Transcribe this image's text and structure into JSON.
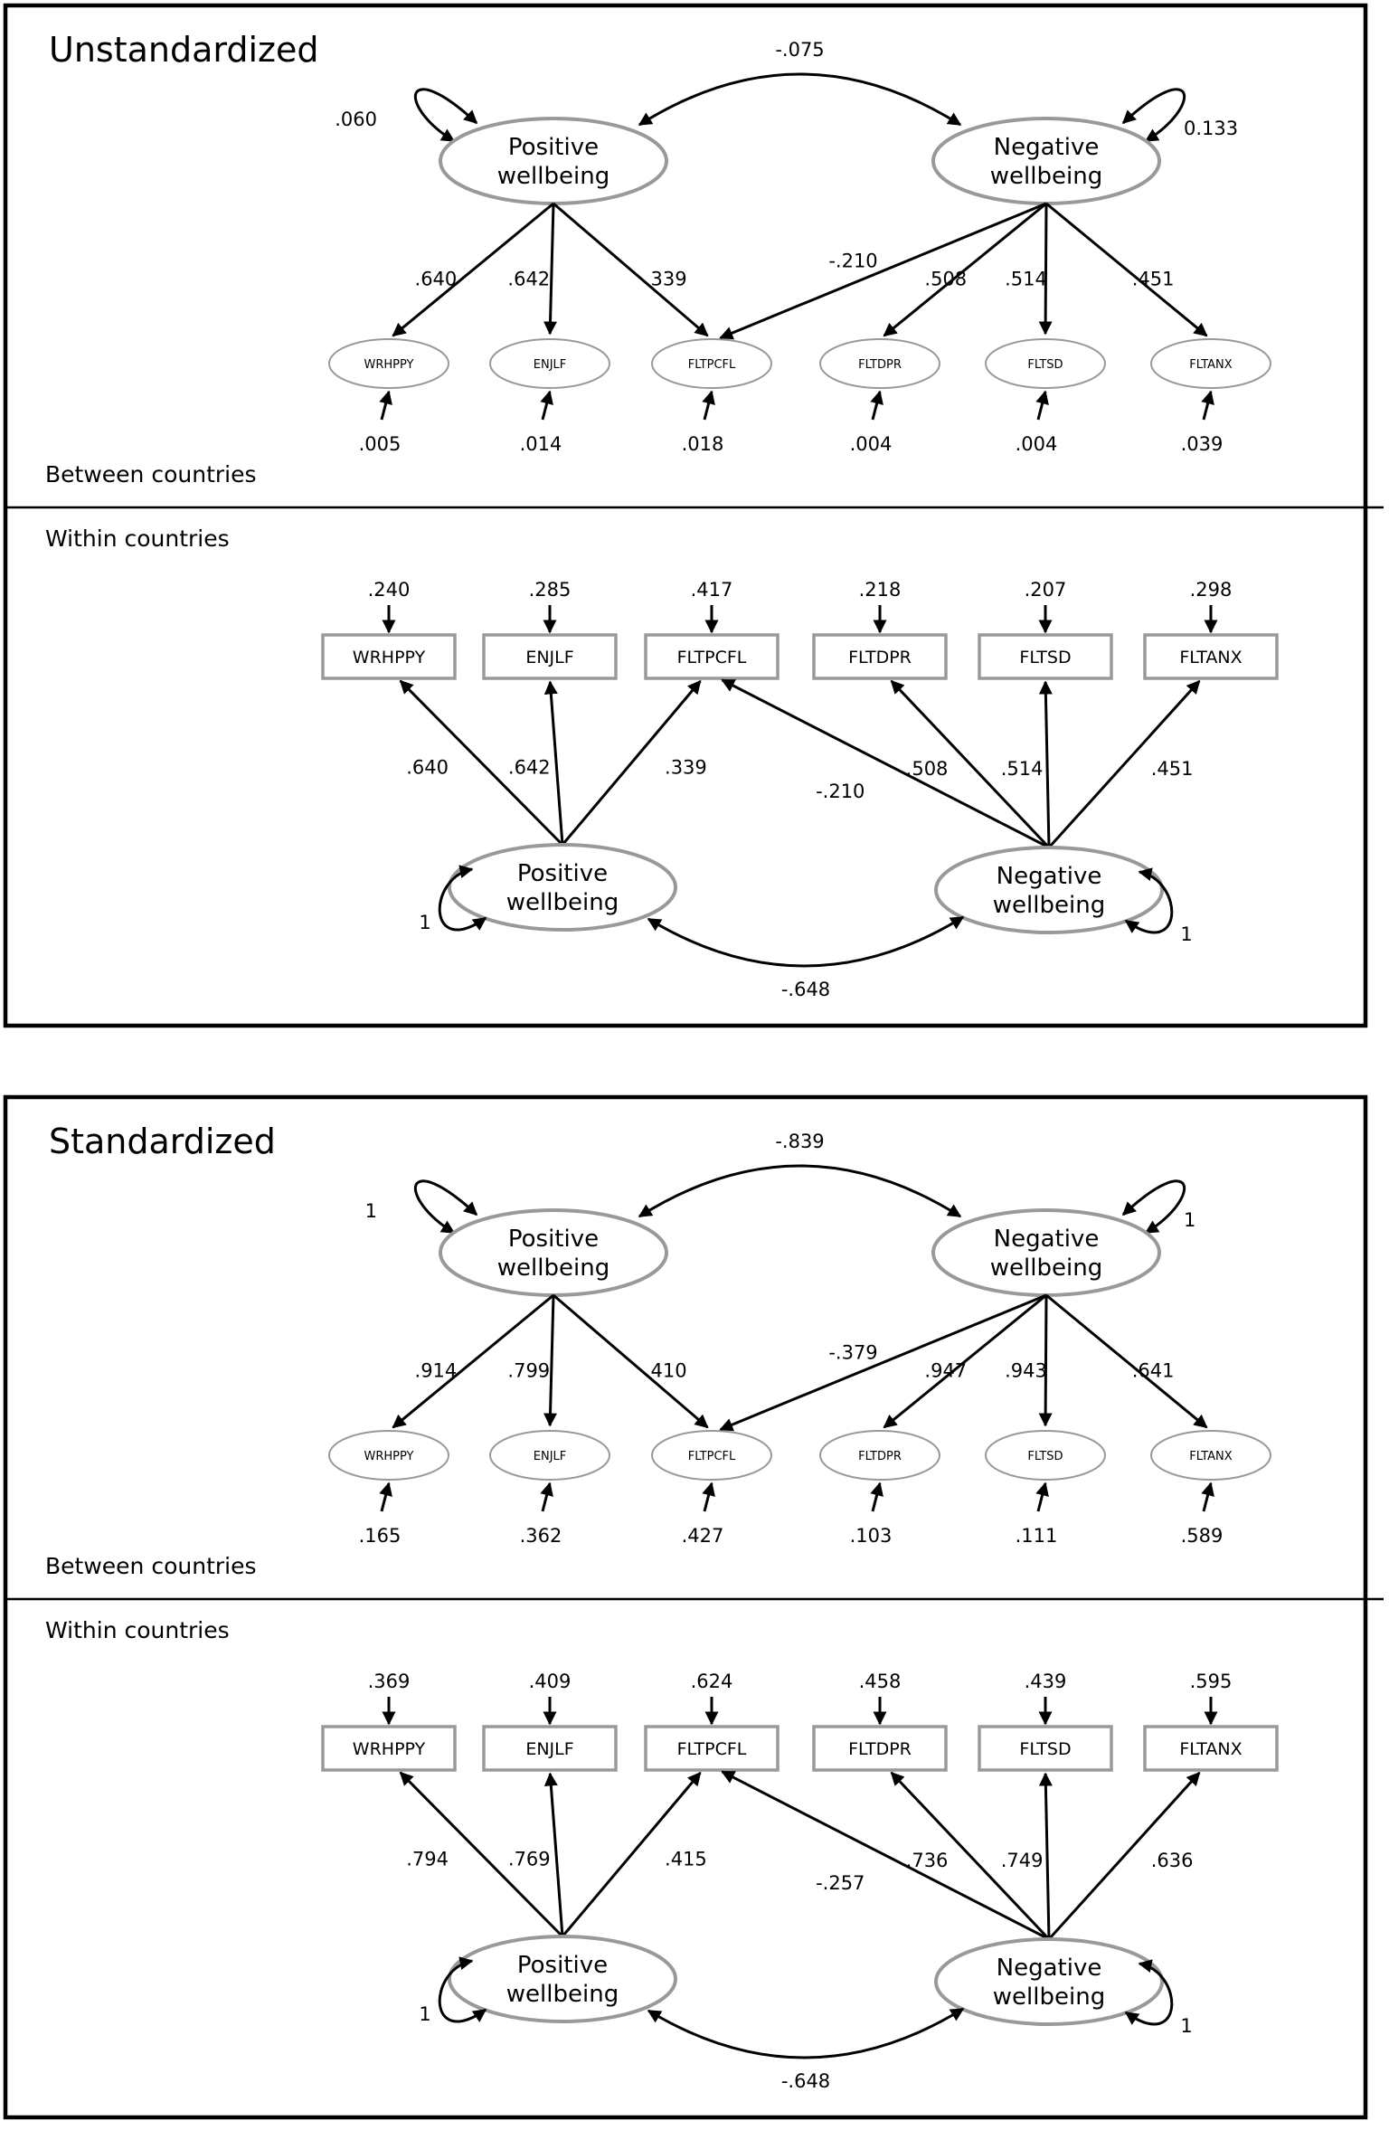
{
  "panels": [
    {
      "title": "Unstandardized",
      "between_label": "Between countries",
      "within_label": "Within countries",
      "between": {
        "latents": [
          "Positive wellbeing",
          "Negative wellbeing"
        ],
        "latent_variance": [
          ".060",
          "0.133"
        ],
        "latent_covariance": "-.075",
        "indicators": [
          "WRHPPY",
          "ENJLF",
          "FLTPCFL",
          "FLTDPR",
          "FLTSD",
          "FLTANX"
        ],
        "loadings": [
          ".640",
          ".642",
          ".339",
          ".508",
          ".514",
          ".451"
        ],
        "cross_loading": "-.210",
        "residuals": [
          ".005",
          ".014",
          ".018",
          ".004",
          ".004",
          ".039"
        ]
      },
      "within": {
        "latents": [
          "Positive wellbeing",
          "Negative wellbeing"
        ],
        "latent_variance": [
          "1",
          "1"
        ],
        "latent_covariance": "-.648",
        "indicators": [
          "WRHPPY",
          "ENJLF",
          "FLTPCFL",
          "FLTDPR",
          "FLTSD",
          "FLTANX"
        ],
        "loadings": [
          ".640",
          ".642",
          ".339",
          ".508",
          ".514",
          ".451"
        ],
        "cross_loading": "-.210",
        "residuals": [
          ".240",
          ".285",
          ".417",
          ".218",
          ".207",
          ".298"
        ]
      }
    },
    {
      "title": "Standardized",
      "between_label": "Between countries",
      "within_label": "Within countries",
      "between": {
        "latents": [
          "Positive wellbeing",
          "Negative wellbeing"
        ],
        "latent_variance": [
          "1",
          "1"
        ],
        "latent_covariance": "-.839",
        "indicators": [
          "WRHPPY",
          "ENJLF",
          "FLTPCFL",
          "FLTDPR",
          "FLTSD",
          "FLTANX"
        ],
        "loadings": [
          ".914",
          ".799",
          ".410",
          ".947",
          ".943",
          ".641"
        ],
        "cross_loading": "-.379",
        "residuals": [
          ".165",
          ".362",
          ".427",
          ".103",
          ".111",
          ".589"
        ]
      },
      "within": {
        "latents": [
          "Positive wellbeing",
          "Negative wellbeing"
        ],
        "latent_variance": [
          "1",
          "1"
        ],
        "latent_covariance": "-.648",
        "indicators": [
          "WRHPPY",
          "ENJLF",
          "FLTPCFL",
          "FLTDPR",
          "FLTSD",
          "FLTANX"
        ],
        "loadings": [
          ".794",
          ".769",
          ".415",
          ".736",
          ".749",
          ".636"
        ],
        "cross_loading": "-.257",
        "residuals": [
          ".369",
          ".409",
          ".624",
          ".458",
          ".439",
          ".595"
        ]
      }
    }
  ]
}
